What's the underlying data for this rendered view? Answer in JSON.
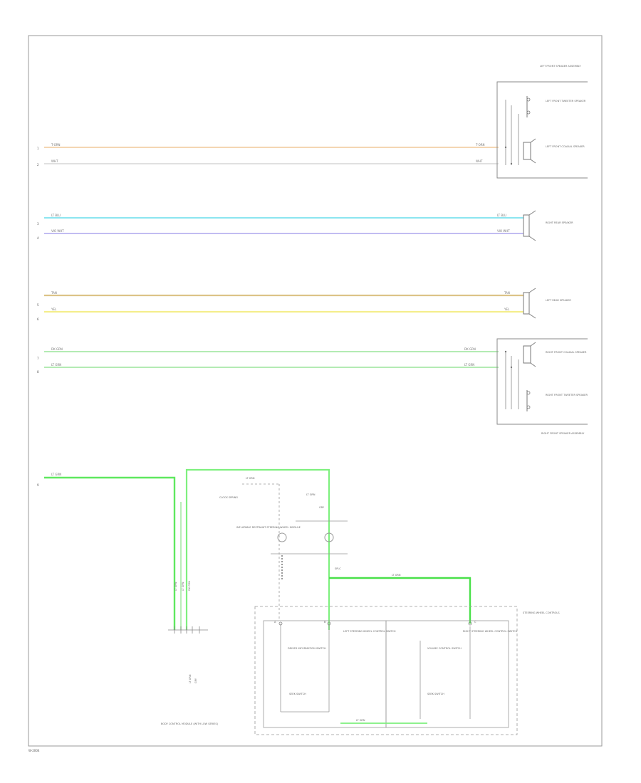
{
  "page_code": "W-2004",
  "colors": {
    "orange": "#f0c89a",
    "white_wire": "#dddddd",
    "lt_blue": "#8ee6f0",
    "lavender": "#b9b2f0",
    "tan": "#dcc387",
    "yellow": "#f4ee8c",
    "lt_green": "#a8e8a8",
    "green_highlight": "#7ef07e",
    "green_bold": "#49e049",
    "frame": "#9a9a9a"
  },
  "wires": [
    {
      "id": "w1",
      "label_left": "T-ORN",
      "label_right": "T-ORN",
      "color": "orange",
      "pin": "1"
    },
    {
      "id": "w2",
      "label_left": "WHT",
      "label_right": "WHT",
      "color": "white_wire",
      "pin": "2"
    },
    {
      "id": "w3",
      "label_left": "LT BLU",
      "label_right": "LT BLU",
      "color": "lt_blue",
      "pin": "3"
    },
    {
      "id": "w4",
      "label_left": "VIO WHT",
      "label_right": "VIO WHT",
      "color": "lavender",
      "pin": "4"
    },
    {
      "id": "w5",
      "label_left": "TAN",
      "label_right": "TAN",
      "color": "tan",
      "pin": "5"
    },
    {
      "id": "w6",
      "label_left": "YEL",
      "label_right": "YEL",
      "color": "yellow",
      "pin": "6"
    },
    {
      "id": "w7",
      "label_left": "DK GRN",
      "label_right": "DK GRN",
      "color": "lt_green",
      "pin": "7"
    },
    {
      "id": "w8",
      "label_left": "LT GRN",
      "label_right": "LT GRN",
      "color": "lt_green",
      "pin": "8"
    }
  ],
  "components": {
    "left_front_assembly_title": "LEFT FRONT SPEAKER ASSEMBLY",
    "left_front_tweeter": "LEFT FRONT TWEETER SPEAKER",
    "left_front_speaker": "LEFT FRONT COAXIAL SPEAKER",
    "right_rear_speaker": "RIGHT REAR SPEAKER",
    "left_rear_speaker": "LEFT REAR SPEAKER",
    "right_front_tweeter": "RIGHT FRONT TWEETER SPEAKER",
    "right_front_speaker": "RIGHT FRONT COAXIAL SPEAKER",
    "right_front_assembly_title": "RIGHT FRONT SPEAKER ASSEMBLY",
    "body_control_module": "BODY CONTROL MODULE (WITH LOW SERIES)",
    "steering_wheel_controls": "STEERING WHEEL CONTROLS",
    "left_switch": "LEFT STEERING WHEEL CONTROL SWITCH",
    "right_switch": "RIGHT STEERING WHEEL CONTROL SWITCH",
    "clock_spring": "CLOCK SPRING",
    "airbag": "INFLATABLE RESTRAINT STEERING WHEEL MODULE",
    "resistor_left": "DRIVER INFORMATION SWITCH",
    "resistor_right": "VOLUME CONTROL SWITCH",
    "seek_left": "SEEK SWITCH",
    "seek_right": "SEEK SWITCH"
  },
  "wire_labels": {
    "vertical_a": "LT GRN",
    "vertical_b": "LT GRN",
    "vertical_c": "DK GRN",
    "loop_top": "LT GRN",
    "upper_right": "LT GRN",
    "bottom_link": "LT GRN",
    "ckt_a": "SPLC",
    "ckt_b": "LT GRN",
    "ckt_c": "GRY"
  },
  "pins": {
    "switch_left_top": "A",
    "switch_left_bottom": "B",
    "switch_right_top": "C",
    "switch_right_bottom": "D"
  }
}
